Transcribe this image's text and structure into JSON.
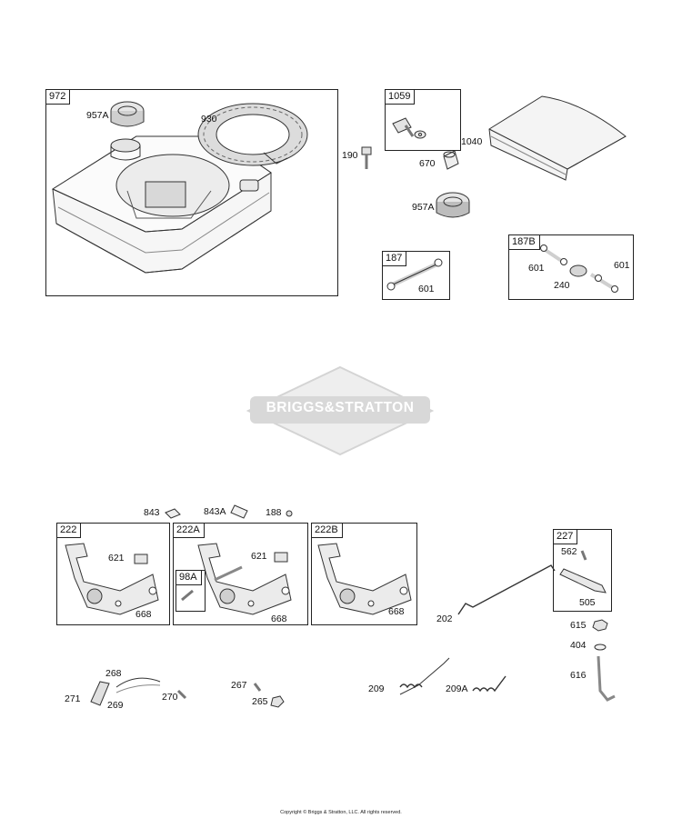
{
  "watermark": {
    "brand": "BRIGGS&STRATTON"
  },
  "copyright": "Copyright © Briggs & Stratton, LLC. All rights reserved.",
  "groups": {
    "g972": "972",
    "g1059": "1059",
    "g187": "187",
    "g187B": "187B",
    "g222": "222",
    "g222A": "222A",
    "g98A": "98A",
    "g222B": "222B",
    "g227": "227"
  },
  "labels": {
    "p957A_1": "957A",
    "p930": "930",
    "p190": "190",
    "p670": "670",
    "p1040": "1040",
    "p957A_2": "957A",
    "p601_a": "601",
    "p601_b": "601",
    "p601_c": "601",
    "p240": "240",
    "p843": "843",
    "p843A": "843A",
    "p188": "188",
    "p621_a": "621",
    "p668_a": "668",
    "p621_b": "621",
    "p668_b": "668",
    "p668_c": "668",
    "p562": "562",
    "p505": "505",
    "p202": "202",
    "p615": "615",
    "p404": "404",
    "p616": "616",
    "p268": "268",
    "p271": "271",
    "p269": "269",
    "p270": "270",
    "p267": "267",
    "p265": "265",
    "p209": "209",
    "p209A": "209A"
  }
}
